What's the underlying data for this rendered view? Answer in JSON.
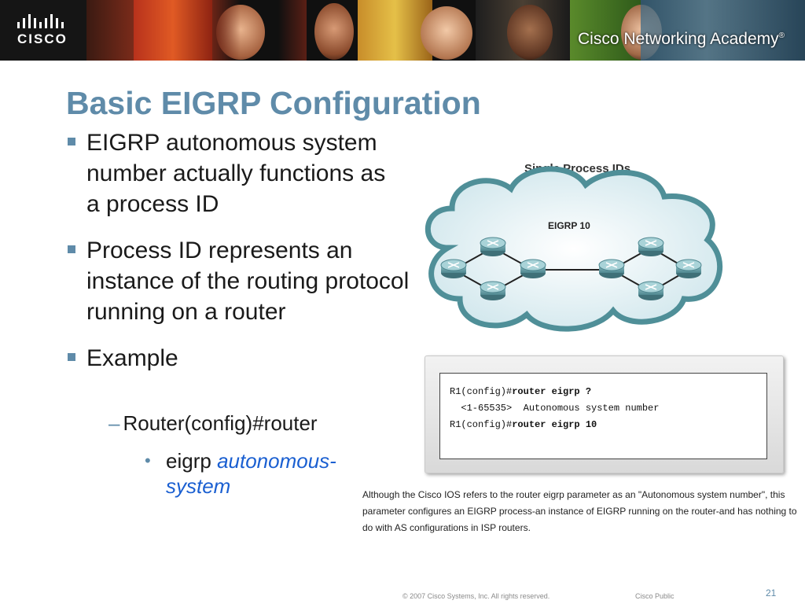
{
  "header": {
    "logo_text": "CISCO",
    "brand_text": "Cisco Networking Academy",
    "registered": "®"
  },
  "slide": {
    "title": "Basic EIGRP Configuration",
    "bullets": [
      "EIGRP autonomous system number actually functions as a process ID",
      "Process ID represents an instance of the routing protocol running on a router",
      "Example"
    ],
    "sub_bullet": "Router(config)#router",
    "sub_sub_bullet_plain": "eigrp",
    "sub_sub_bullet_italic": "autonomous-system"
  },
  "diagram": {
    "title": "Single Process IDs",
    "cloud_label": "EIGRP 10"
  },
  "terminal": {
    "line1_prefix": "R1(config)#",
    "line1_cmd": "router eigrp ?",
    "line2": "  <1-65535>  Autonomous system number",
    "line3_prefix": "R1(config)#",
    "line3_cmd": "router eigrp 10"
  },
  "caption": "Although the Cisco IOS refers to the router eigrp parameter as an \"Autonomous system number\", this parameter configures an EIGRP process-an instance of EIGRP running on the router-and has nothing to do with AS configurations in ISP routers.",
  "footer": {
    "copyright": "© 2007 Cisco Systems, Inc. All rights reserved.",
    "classification": "Cisco Public",
    "page_number": "21"
  },
  "colors": {
    "title": "#5f8ba9",
    "italic_link": "#1a5fd1",
    "cloud_fill": "#dfeff3",
    "cloud_stroke": "#4f8f98",
    "router": "#6b9ea6"
  },
  "icons": [
    "cisco-logo-icon",
    "bullet-square-icon",
    "router-icon",
    "cloud-icon"
  ]
}
